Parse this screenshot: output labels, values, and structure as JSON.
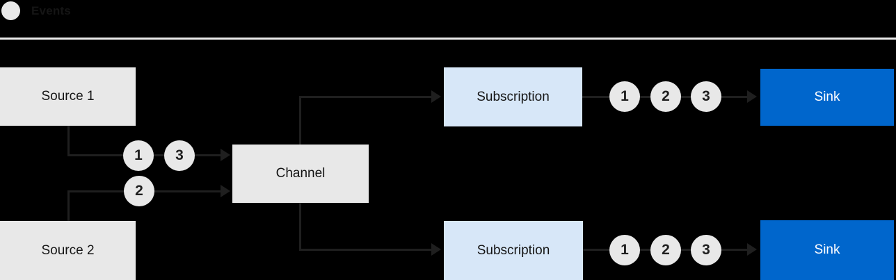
{
  "legend": {
    "label": "Events"
  },
  "colors": {
    "bg": "#000000",
    "box_gray": "#e8e8e8",
    "box_blue_light": "#d7e7f8",
    "box_blue": "#0066cc",
    "line": "#1f1f1f",
    "text_dark": "#151515",
    "text_white": "#ffffff",
    "divider": "#ebebeb"
  },
  "nodes": {
    "source1": {
      "label": "Source 1"
    },
    "source2": {
      "label": "Source 2"
    },
    "channel": {
      "label": "Channel"
    },
    "subscription_top": {
      "label": "Subscription"
    },
    "subscription_bottom": {
      "label": "Subscription"
    },
    "sink_top": {
      "label": "Sink"
    },
    "sink_bottom": {
      "label": "Sink"
    }
  },
  "event_markers": {
    "source1_to_channel": [
      "1",
      "3"
    ],
    "source2_to_channel": [
      "2"
    ],
    "subscription_top_to_sink": [
      "1",
      "2",
      "3"
    ],
    "subscription_bottom_to_sink": [
      "1",
      "2",
      "3"
    ]
  }
}
